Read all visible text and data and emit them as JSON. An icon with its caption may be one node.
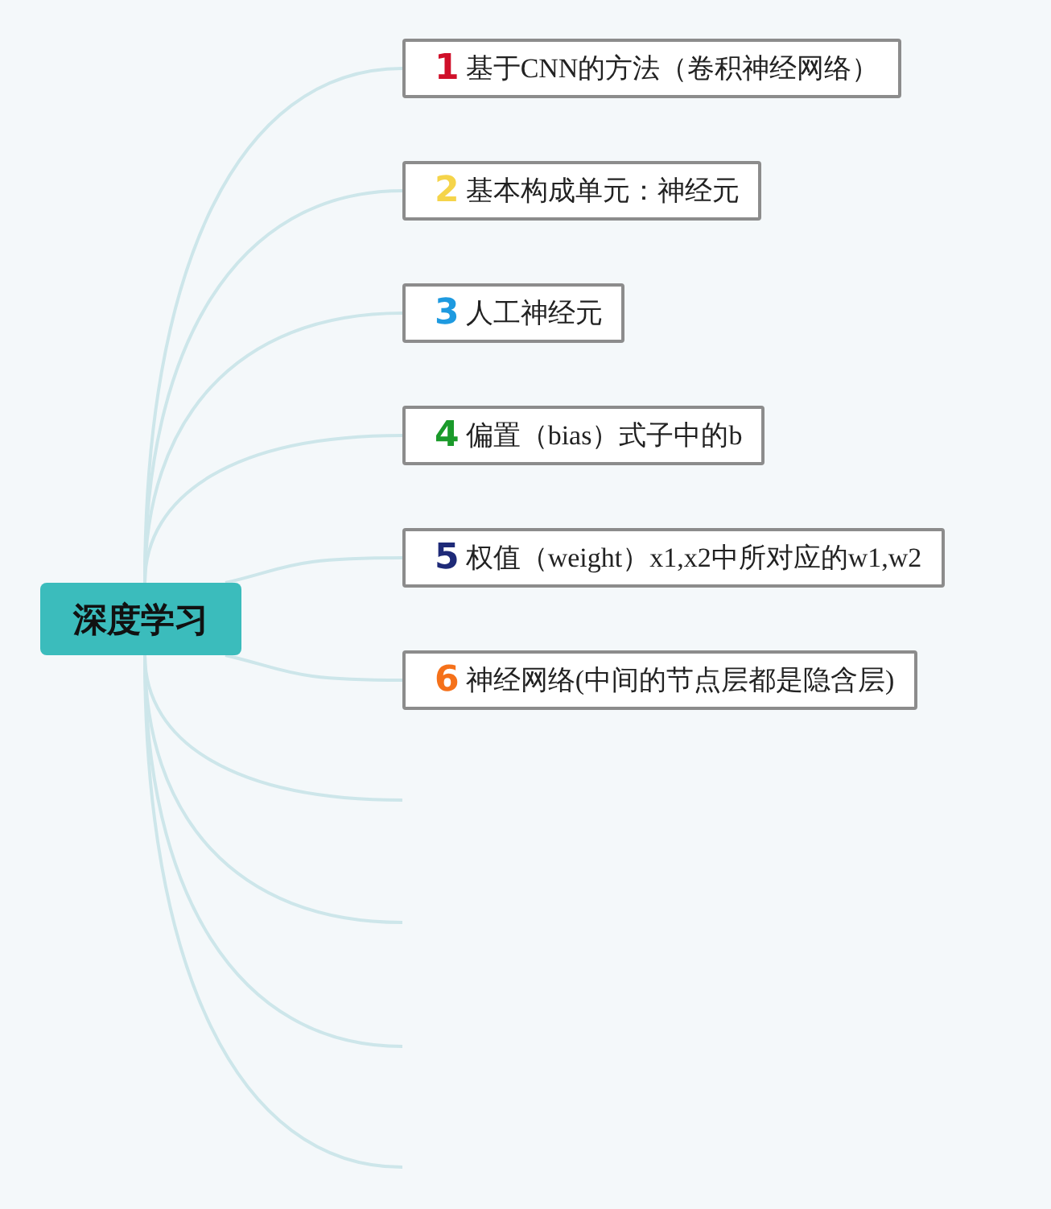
{
  "diagram": {
    "nodes": [
      {
        "text": [
          "深度学习"
        ]
      },
      {
        "text": [
          "1",
          "基于CNN的方法（卷积神经网络）"
        ]
      },
      {
        "text": [
          "2",
          "基本构成单元：神经元"
        ]
      },
      {
        "text": [
          "3",
          "人工神经元"
        ]
      },
      {
        "text": [
          "4",
          "偏置（bias）式子中的b"
        ]
      },
      {
        "text": [
          "5",
          "权值（weight）x1,x2中所对应的w1,w2"
        ]
      },
      {
        "text": [
          "6",
          "神经网络(中间的节点层都是隐含层)"
        ]
      }
    ],
    "edges": [
      {
        "from": 0,
        "to": 1,
        "arrow": "none"
      },
      {
        "from": 0,
        "to": 2,
        "arrow": "none"
      },
      {
        "from": 0,
        "to": 3,
        "arrow": "none"
      },
      {
        "from": 0,
        "to": 4,
        "arrow": "none"
      },
      {
        "from": 0,
        "to": 5,
        "arrow": "none"
      },
      {
        "from": 0,
        "to": 6,
        "arrow": "none"
      },
      {
        "from": 0,
        "to": null,
        "arrow": "none"
      },
      {
        "from": 0,
        "to": null,
        "arrow": "none"
      },
      {
        "from": 0,
        "to": null,
        "arrow": "none"
      },
      {
        "from": 0,
        "to": null,
        "arrow": "none"
      }
    ]
  }
}
